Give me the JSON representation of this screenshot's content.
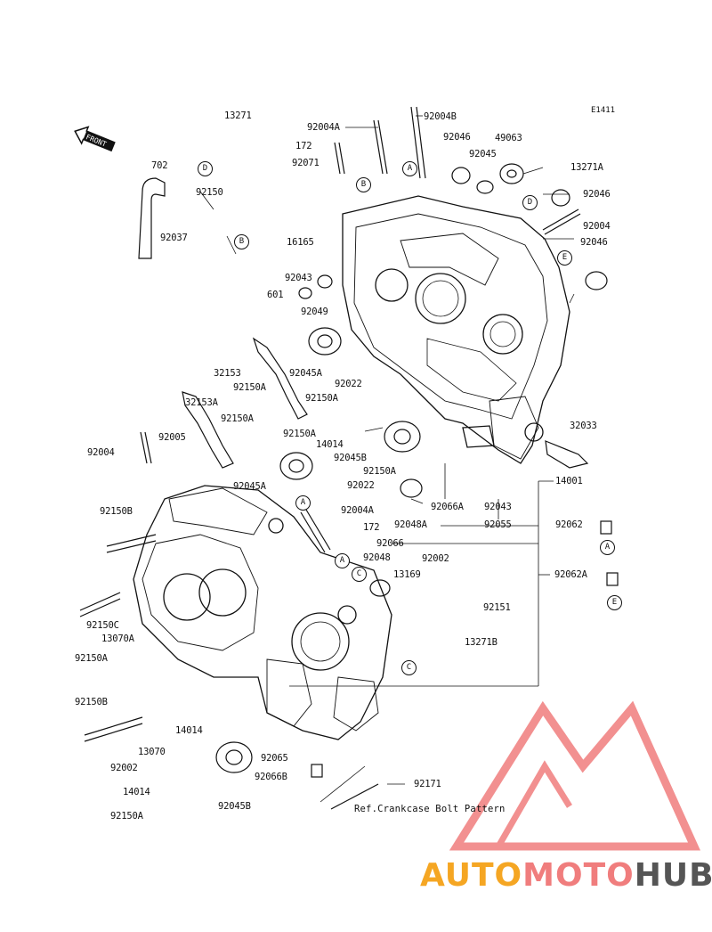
{
  "diagram": {
    "figure_code": "E1411",
    "front_label": "FRONT",
    "reference_note": "Ref.Crankcase Bolt Pattern"
  },
  "part_labels": [
    {
      "id": "13271",
      "text": "13271"
    },
    {
      "id": "702",
      "text": "702"
    },
    {
      "id": "92150-top",
      "text": "92150"
    },
    {
      "id": "92037",
      "text": "92037"
    },
    {
      "id": "92004A-top",
      "text": "92004A"
    },
    {
      "id": "92004B",
      "text": "92004B"
    },
    {
      "id": "172-top",
      "text": "172"
    },
    {
      "id": "92071",
      "text": "92071"
    },
    {
      "id": "16165",
      "text": "16165"
    },
    {
      "id": "92043-top",
      "text": "92043"
    },
    {
      "id": "601",
      "text": "601"
    },
    {
      "id": "92049",
      "text": "92049"
    },
    {
      "id": "92046-a",
      "text": "92046"
    },
    {
      "id": "92045",
      "text": "92045"
    },
    {
      "id": "49063",
      "text": "49063"
    },
    {
      "id": "13271A",
      "text": "13271A"
    },
    {
      "id": "92046-b",
      "text": "92046"
    },
    {
      "id": "92004-right",
      "text": "92004"
    },
    {
      "id": "92046-c",
      "text": "92046"
    },
    {
      "id": "32153",
      "text": "32153"
    },
    {
      "id": "92150A-1",
      "text": "92150A"
    },
    {
      "id": "92045A-top",
      "text": "92045A"
    },
    {
      "id": "92022-top",
      "text": "92022"
    },
    {
      "id": "92150A-2",
      "text": "92150A"
    },
    {
      "id": "32153A",
      "text": "32153A"
    },
    {
      "id": "92150A-3",
      "text": "92150A"
    },
    {
      "id": "92150A-4",
      "text": "92150A"
    },
    {
      "id": "14014-mid",
      "text": "14014"
    },
    {
      "id": "92045B-mid",
      "text": "92045B"
    },
    {
      "id": "32033",
      "text": "32033"
    },
    {
      "id": "92004-left",
      "text": "92004"
    },
    {
      "id": "92005",
      "text": "92005"
    },
    {
      "id": "92150A-5",
      "text": "92150A"
    },
    {
      "id": "92045A-mid",
      "text": "92045A"
    },
    {
      "id": "92022-mid",
      "text": "92022"
    },
    {
      "id": "14001",
      "text": "14001"
    },
    {
      "id": "92066A",
      "text": "92066A"
    },
    {
      "id": "92043-mid",
      "text": "92043"
    },
    {
      "id": "92048A",
      "text": "92048A"
    },
    {
      "id": "92055",
      "text": "92055"
    },
    {
      "id": "92062",
      "text": "92062"
    },
    {
      "id": "92150B-top",
      "text": "92150B"
    },
    {
      "id": "92004A-mid",
      "text": "92004A"
    },
    {
      "id": "172-mid",
      "text": "172"
    },
    {
      "id": "92066",
      "text": "92066"
    },
    {
      "id": "92048",
      "text": "92048"
    },
    {
      "id": "92002-top",
      "text": "92002"
    },
    {
      "id": "13169",
      "text": "13169"
    },
    {
      "id": "92062A",
      "text": "92062A"
    },
    {
      "id": "92150C",
      "text": "92150C"
    },
    {
      "id": "92151",
      "text": "92151"
    },
    {
      "id": "13070A",
      "text": "13070A"
    },
    {
      "id": "13271B",
      "text": "13271B"
    },
    {
      "id": "92150A-6",
      "text": "92150A"
    },
    {
      "id": "92150B-bot",
      "text": "92150B"
    },
    {
      "id": "14014-low",
      "text": "14014"
    },
    {
      "id": "13070",
      "text": "13070"
    },
    {
      "id": "92065",
      "text": "92065"
    },
    {
      "id": "92002-bot",
      "text": "92002"
    },
    {
      "id": "92066B",
      "text": "92066B"
    },
    {
      "id": "92171",
      "text": "92171"
    },
    {
      "id": "14014-bot",
      "text": "14014"
    },
    {
      "id": "92045B-bot",
      "text": "92045B"
    },
    {
      "id": "92150A-7",
      "text": "92150A"
    }
  ],
  "reference_markers": [
    {
      "id": "D-1",
      "text": "D"
    },
    {
      "id": "B-1",
      "text": "B"
    },
    {
      "id": "B-2",
      "text": "B"
    },
    {
      "id": "A-1",
      "text": "A"
    },
    {
      "id": "D-2",
      "text": "D"
    },
    {
      "id": "E-1",
      "text": "E"
    },
    {
      "id": "A-2",
      "text": "A"
    },
    {
      "id": "A-3",
      "text": "A"
    },
    {
      "id": "C-1",
      "text": "C"
    },
    {
      "id": "C-2",
      "text": "C"
    },
    {
      "id": "A-4",
      "text": "A"
    },
    {
      "id": "E-2",
      "text": "E"
    }
  ],
  "watermark": {
    "word1": "AUTO",
    "word2": "MOTO",
    "word3": "HUB",
    "colors": {
      "auto": "#f5a623",
      "moto": "#f07d7d",
      "hub": "#555555",
      "triangle": "#f07d7d"
    }
  }
}
